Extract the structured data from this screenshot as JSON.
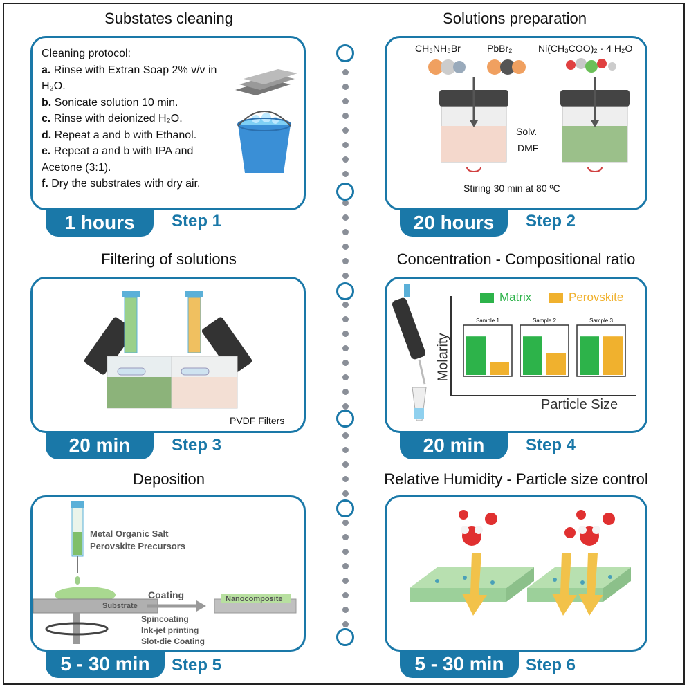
{
  "steps": [
    {
      "title": "Substates cleaning",
      "time": "1 hours",
      "step": "Step 1"
    },
    {
      "title": "Solutions preparation",
      "time": "20 hours",
      "step": "Step 2"
    },
    {
      "title": "Filtering of solutions",
      "time": "20 min",
      "step": "Step 3"
    },
    {
      "title": "Concentration - Compositional ratio",
      "time": "20 min",
      "step": "Step 4"
    },
    {
      "title": "Deposition",
      "time": "5 - 30 min",
      "step": "Step 5"
    },
    {
      "title": "Relative Humidity - Particle size control",
      "time": "5 - 30 min",
      "step": "Step 6"
    }
  ],
  "cleaning": {
    "header": "Cleaning protocol:",
    "items": [
      {
        "letter": "a.",
        "text": " Rinse with Extran Soap 2% v/v in H₂O."
      },
      {
        "letter": "b.",
        "text": " Sonicate solution 10 min."
      },
      {
        "letter": "c.",
        "text": " Rinse with deionized H₂O."
      },
      {
        "letter": "d.",
        "text": " Repeat a and b with Ethanol."
      },
      {
        "letter": "e.",
        "text": " Repeat a and b with IPA and Acetone (3:1)."
      },
      {
        "letter": "f.",
        "text": " Dry the substrates with dry air."
      }
    ]
  },
  "solutions": {
    "reagent1": "CH₃NH₃Br",
    "reagent2": "PbBr₂",
    "reagent3": "Ni(CH₃COO)₂ · 4 H₂O",
    "solvent": "Solv.",
    "solvent_name": "DMF",
    "stirring": "Stiring 30 min at 80 ºC"
  },
  "filtering": {
    "label": "PVDF Filters"
  },
  "concentration": {
    "legend_matrix": "Matrix",
    "legend_perovskite": "Perovskite",
    "ylabel": "Molarity",
    "xlabel": "Particle Size",
    "samples": [
      {
        "name": "Sample 1",
        "matrix": 0.9,
        "perovskite": 0.3
      },
      {
        "name": "Sample 2",
        "matrix": 0.9,
        "perovskite": 0.5
      },
      {
        "name": "Sample 3",
        "matrix": 0.9,
        "perovskite": 0.9
      }
    ],
    "colors": {
      "matrix": "#2db34a",
      "perovskite": "#f0b12e"
    }
  },
  "deposition": {
    "precursor1": "Metal Organic Salt",
    "precursor2": "Perovskite Precursors",
    "coating": "Coating",
    "substrate": "Substrate",
    "nanocomposite": "Nanocomposite",
    "method1": "Spincoating",
    "method2": "Ink-jet printing",
    "method3": "Slot-die Coating"
  },
  "colors": {
    "accent": "#1a78a8",
    "connector": "#8a8f98"
  }
}
